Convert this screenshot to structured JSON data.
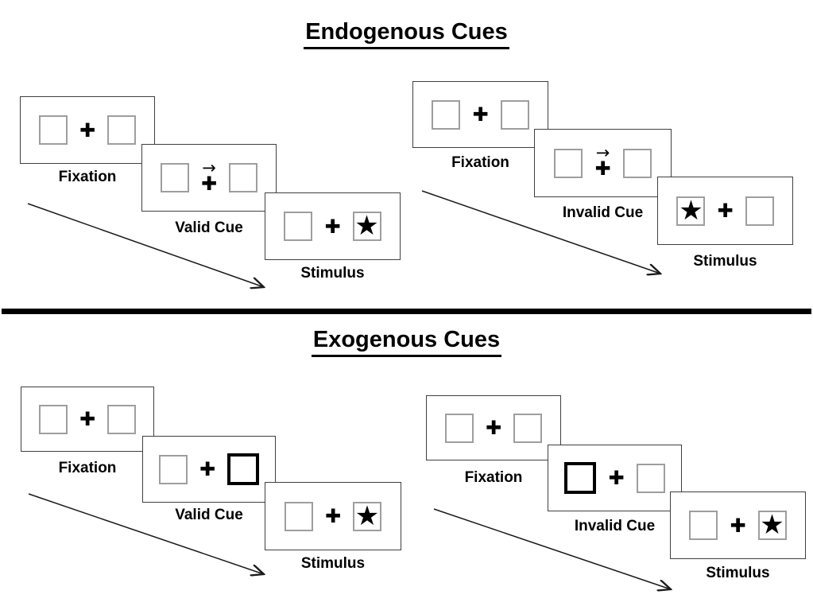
{
  "glyphs": {
    "fixation_cross": "✚",
    "cue_arrow": "→",
    "star": "★"
  },
  "colors": {
    "background": "#ffffff",
    "frame_border": "#3f3f3f",
    "placeholder_border": "#9e9e9e",
    "cue_highlight_border": "#000000",
    "divider": "#000000",
    "text": "#000000"
  },
  "sections": [
    {
      "title": "Endogenous Cues",
      "cue_style": "central-arrow",
      "groups": [
        {
          "name": "valid-trial",
          "cue_direction": "right",
          "stimulus_side": "right",
          "frames": [
            {
              "label": "Fixation",
              "type": "fixation"
            },
            {
              "label": "Valid Cue",
              "type": "arrow-cue"
            },
            {
              "label": "Stimulus",
              "type": "stimulus"
            }
          ]
        },
        {
          "name": "invalid-trial",
          "cue_direction": "right",
          "stimulus_side": "left",
          "frames": [
            {
              "label": "Fixation",
              "type": "fixation"
            },
            {
              "label": "Invalid Cue",
              "type": "arrow-cue"
            },
            {
              "label": "Stimulus",
              "type": "stimulus"
            }
          ]
        }
      ]
    },
    {
      "title": "Exogenous Cues",
      "cue_style": "peripheral-box-highlight",
      "groups": [
        {
          "name": "valid-trial",
          "cue_side": "right",
          "stimulus_side": "right",
          "frames": [
            {
              "label": "Fixation",
              "type": "fixation"
            },
            {
              "label": "Valid Cue",
              "type": "box-cue"
            },
            {
              "label": "Stimulus",
              "type": "stimulus"
            }
          ]
        },
        {
          "name": "invalid-trial",
          "cue_side": "left",
          "stimulus_side": "right",
          "frames": [
            {
              "label": "Fixation",
              "type": "fixation"
            },
            {
              "label": "Invalid Cue",
              "type": "box-cue"
            },
            {
              "label": "Stimulus",
              "type": "stimulus"
            }
          ]
        }
      ]
    }
  ]
}
